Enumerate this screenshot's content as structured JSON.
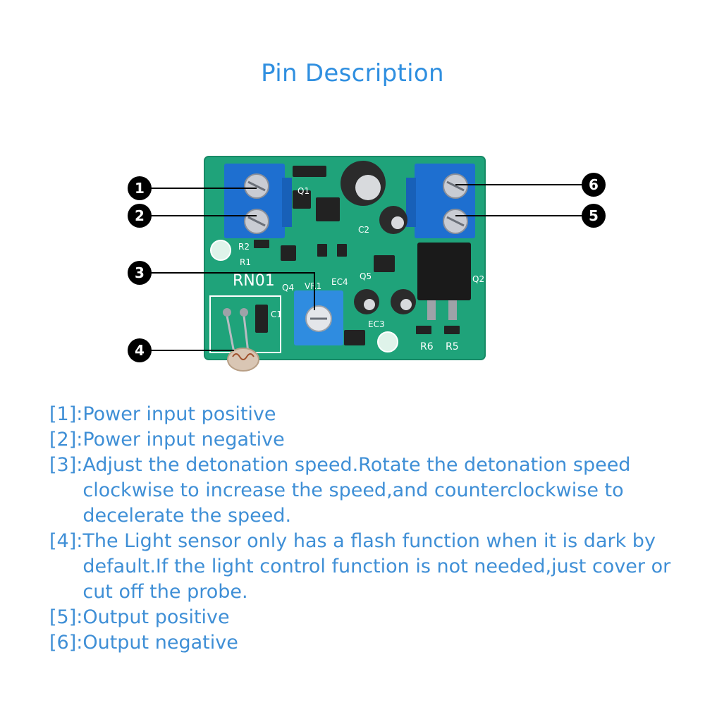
{
  "title": "Pin Description",
  "callouts": [
    "1",
    "2",
    "3",
    "4",
    "5",
    "6"
  ],
  "board": {
    "label": "RN01",
    "components": {
      "q1": "Q1",
      "q2": "Q2",
      "q4": "Q4",
      "q5": "Q5",
      "vr1": "VR1",
      "ec3": "EC3",
      "ec4": "EC4",
      "r1": "R1",
      "r2": "R2",
      "r5": "R5",
      "r6": "R6",
      "c1": "C1",
      "c2": "C2"
    }
  },
  "pins": [
    {
      "key": "[1]:",
      "text": "Power input positive"
    },
    {
      "key": "[2]:",
      "text": "Power input negative"
    },
    {
      "key": "[3]:",
      "text": "Adjust the detonation speed.Rotate the detonation speed clockwise to increase the speed,and counterclockwise to decelerate the speed."
    },
    {
      "key": "[4]:",
      "text": "The Light sensor only has a flash function when it is dark by default.If the light control function is not needed,just cover or cut off the probe."
    },
    {
      "key": "[5]:",
      "text": "Output positive"
    },
    {
      "key": "[6]:",
      "text": "Output negative"
    }
  ],
  "colors": {
    "title": "#2f8fe0",
    "text": "#3f8fd6",
    "pcb": "#1fa37a",
    "terminal": "#1e6fd0",
    "callout": "#000000"
  }
}
